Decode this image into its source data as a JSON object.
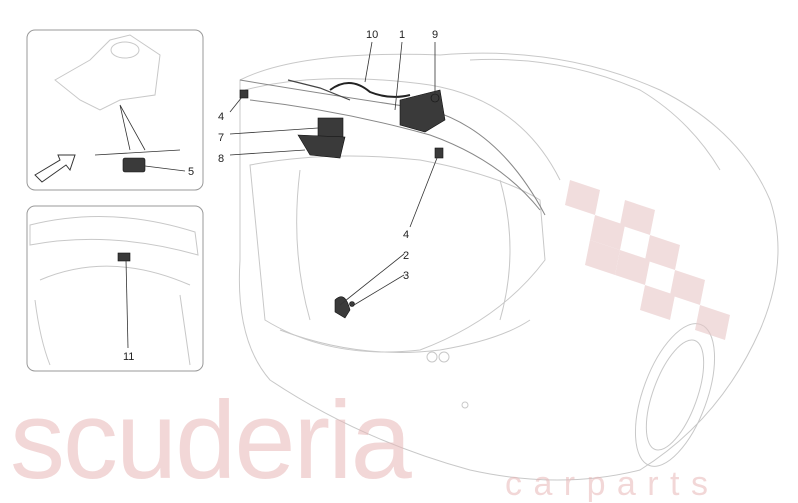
{
  "diagram": {
    "callouts": [
      {
        "id": "callout-10",
        "label": "10"
      },
      {
        "id": "callout-1",
        "label": "1"
      },
      {
        "id": "callout-9",
        "label": "9"
      },
      {
        "id": "callout-4-top",
        "label": "4"
      },
      {
        "id": "callout-7",
        "label": "7"
      },
      {
        "id": "callout-8",
        "label": "8"
      },
      {
        "id": "callout-4-lower",
        "label": "4"
      },
      {
        "id": "callout-2",
        "label": "2"
      },
      {
        "id": "callout-3",
        "label": "3"
      },
      {
        "id": "callout-5",
        "label": "5"
      },
      {
        "id": "callout-11",
        "label": "11"
      }
    ],
    "watermark": {
      "main": "scuderia",
      "sub": "c a r p a r t s"
    },
    "colors": {
      "watermark": "#e8b8b8",
      "line_art": "#c8c8c8",
      "parts": "#3a3a3a"
    }
  }
}
